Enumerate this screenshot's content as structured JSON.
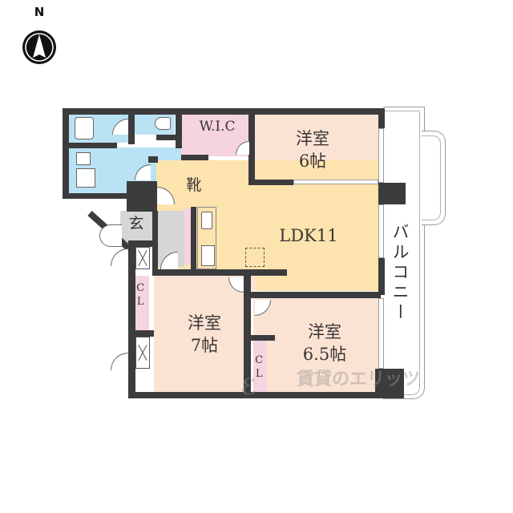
{
  "compass": {
    "label": "N",
    "icon": "north-arrow-icon"
  },
  "floor_plan": {
    "layout_type": "3LDK",
    "rooms": [
      {
        "id": "wic",
        "label": "W.I.C",
        "type": "walk-in closet",
        "color": "#f6d3e1"
      },
      {
        "id": "western-room-6",
        "label_line1": "洋室",
        "label_line2": "6帖",
        "type": "western room",
        "size_jo": 6,
        "color": "#fbe3d4"
      },
      {
        "id": "ldk",
        "label": "LDK11",
        "type": "living dining kitchen",
        "size_jo": 11,
        "color": "#fde3ad"
      },
      {
        "id": "shoe-storage",
        "label": "靴",
        "type": "shoe storage"
      },
      {
        "id": "entrance",
        "label": "玄",
        "type": "entrance",
        "color": "#d6d6d6"
      },
      {
        "id": "western-room-7",
        "label_line1": "洋室",
        "label_line2": "7帖",
        "type": "western room",
        "size_jo": 7,
        "color": "#fbe3d4"
      },
      {
        "id": "western-room-6-5",
        "label_line1": "洋室",
        "label_line2": "6.5帖",
        "type": "western room",
        "size_jo": 6.5,
        "color": "#fbe3d4"
      },
      {
        "id": "closet-1",
        "label": "CL",
        "type": "closet",
        "color": "#f6d3e1"
      },
      {
        "id": "closet-2",
        "label": "CL",
        "type": "closet",
        "color": "#f6d3e1"
      },
      {
        "id": "bathroom",
        "type": "bath",
        "color": "#b9e2f4"
      },
      {
        "id": "toilet",
        "type": "toilet",
        "color": "#b9e2f4"
      },
      {
        "id": "washroom",
        "type": "washroom",
        "color": "#b9e2f4"
      },
      {
        "id": "balcony",
        "label": "バルコニー",
        "type": "balcony",
        "color": "#ffffff"
      }
    ],
    "colors": {
      "wall": "#3c3b3d",
      "text": "#3a3434",
      "wet_area": "#b9e2f4",
      "storage": "#f6d3e1",
      "bedroom": "#fbe3d4",
      "ldk": "#fde3ad",
      "entrance": "#d6d6d6"
    }
  },
  "watermark": {
    "text": "賃貸のエリッツ"
  }
}
